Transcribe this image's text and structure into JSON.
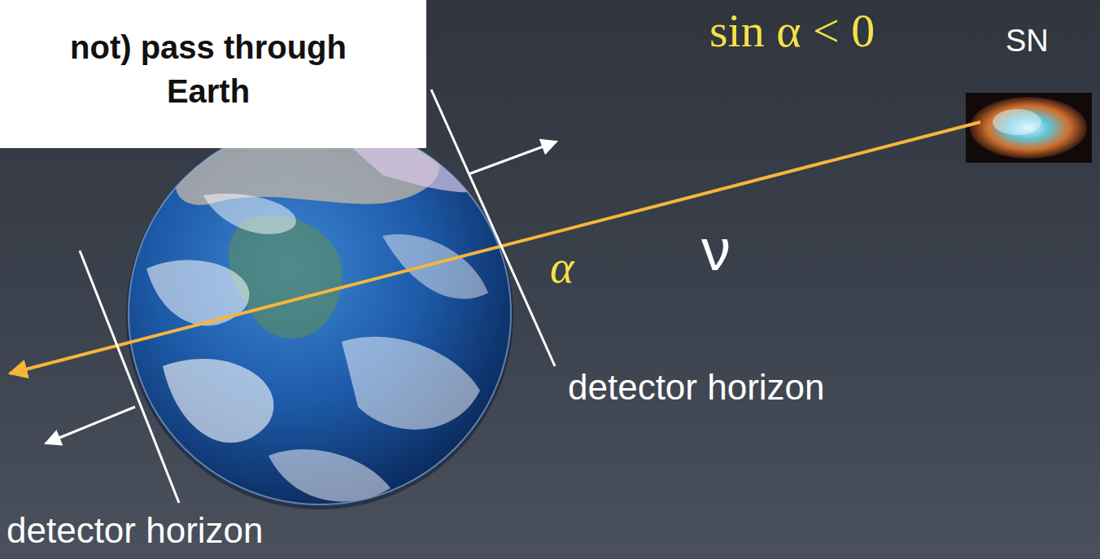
{
  "diagram": {
    "nodes": [
      {
        "text": [
          "not) pass through Earth"
        ]
      }
    ],
    "labels": [
      "sin α < 0",
      "SN",
      "ν",
      "α",
      "detector horizon",
      "detector horizon"
    ]
  }
}
